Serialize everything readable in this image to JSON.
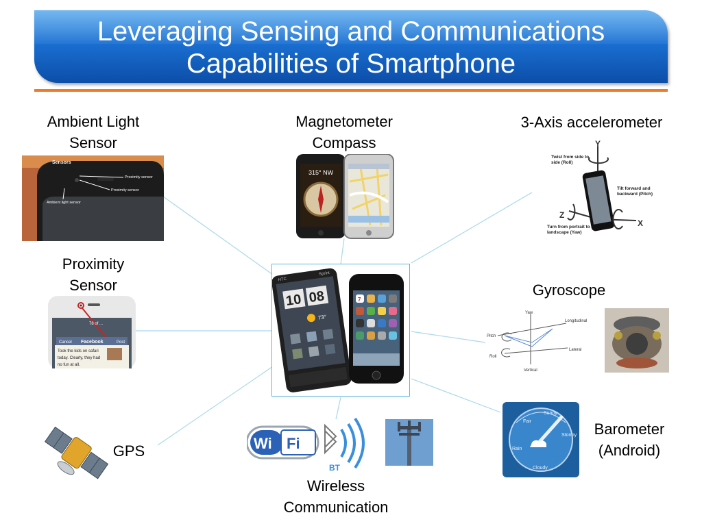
{
  "slide": {
    "title_line1": "Leveraging Sensing and Communications",
    "title_line2": "Capabilities of Smartphone"
  },
  "sensors": {
    "ambient_light": {
      "line1": "Ambient Light",
      "line2": "Sensor",
      "pic_labels": [
        "Sensors",
        "Proximity sensor",
        "Proximity sensor",
        "Ambient light sensor"
      ]
    },
    "magnetometer": {
      "line1": "Magnetometer",
      "line2": "Compass",
      "compass_reading": "315° NW"
    },
    "accelerometer": {
      "label": "3-Axis accelerometer",
      "axis_y": "Y",
      "axis_x": "X",
      "axis_z": "Z",
      "roll_note": "Twist from side to side (Roll)",
      "pitch_note": "Tilt forward and backward (Pitch)",
      "yaw_note": "Turn from portrait to landscape (Yaw)"
    },
    "proximity": {
      "line1": "Proximity",
      "line2": "Sensor",
      "pic_status": "78 of ...",
      "pic_cancel": "Cancel",
      "pic_facebook": "Facebook",
      "pic_post": "Post",
      "pic_text": [
        "Took the kids on safari",
        "today. Clearly, they had",
        "no fun at all."
      ]
    },
    "gyroscope": {
      "label": "Gyroscope",
      "yaw": "Yaw",
      "pitch": "Pitch",
      "roll": "Roll",
      "longitudinal": "Longitudinal",
      "lateral": "Lateral",
      "vertical": "Vertical"
    },
    "gps": {
      "label": "GPS"
    },
    "wireless": {
      "line1": "Wireless",
      "line2": "Communication",
      "wifi_left": "Wi",
      "wifi_right": "Fi",
      "bt": "BT"
    },
    "barometer": {
      "line1": "Barometer",
      "line2": "(Android)",
      "dial_words": [
        "Fair",
        "Sunny",
        "Stormy",
        "Rain",
        "Cloudy"
      ]
    }
  },
  "center": {
    "htc_time_h": "10",
    "htc_time_m": "08",
    "htc_temp": "73°",
    "htc_brand": "HTC",
    "htc_carrier": "Sprint",
    "iphone_day": "7"
  },
  "colors": {
    "banner": "#1a6fd2",
    "divider": "#ef7a28",
    "connector": "#a8d8ec",
    "center_border": "#5fb6e0"
  }
}
